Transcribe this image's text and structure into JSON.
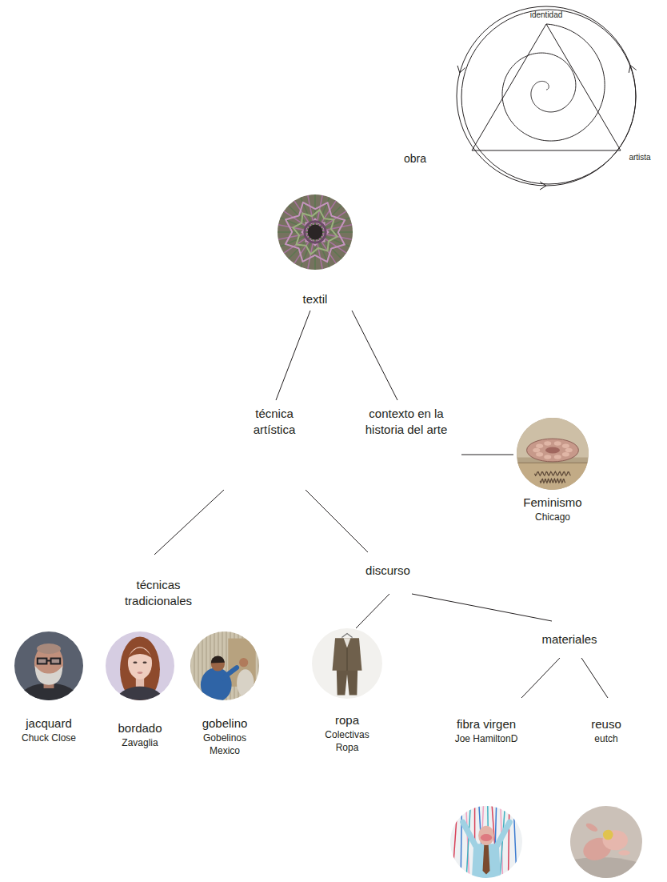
{
  "diagram": {
    "nodes": [
      {
        "text": [
          "textil"
        ]
      },
      {
        "text": [
          "técnica artística"
        ]
      },
      {
        "text": [
          "contexto en la historia del arte"
        ]
      },
      {
        "text": [
          "Feminismo",
          "Chicago"
        ]
      },
      {
        "text": [
          "técnicas tradicionales"
        ]
      },
      {
        "text": [
          "discurso"
        ]
      },
      {
        "text": [
          "jacquard",
          "Chuck Close"
        ]
      },
      {
        "text": [
          "bordado",
          "Zavaglia"
        ]
      },
      {
        "text": [
          "gobelino",
          "Gobelinos Mexico"
        ]
      },
      {
        "text": [
          "ropa",
          "Colectivas Ropa"
        ]
      },
      {
        "text": [
          "materiales"
        ]
      },
      {
        "text": [
          "fibra virgen",
          "Joe HamiltonD"
        ]
      },
      {
        "text": [
          "reuso",
          "eutch"
        ]
      }
    ],
    "edges": [
      {
        "from": 0,
        "to": 1,
        "arrow": "none"
      },
      {
        "from": 0,
        "to": 2,
        "arrow": "none"
      },
      {
        "from": 2,
        "to": 3,
        "arrow": "none"
      },
      {
        "from": 1,
        "to": 4,
        "arrow": "none"
      },
      {
        "from": 1,
        "to": 5,
        "arrow": "none"
      },
      {
        "from": 5,
        "to": 9,
        "arrow": "none"
      },
      {
        "from": 5,
        "to": 10,
        "arrow": "none"
      },
      {
        "from": 10,
        "to": 11,
        "arrow": "none"
      },
      {
        "from": 10,
        "to": 12,
        "arrow": "none"
      }
    ],
    "labels": [
      "identidad",
      "obra",
      "artista"
    ]
  }
}
